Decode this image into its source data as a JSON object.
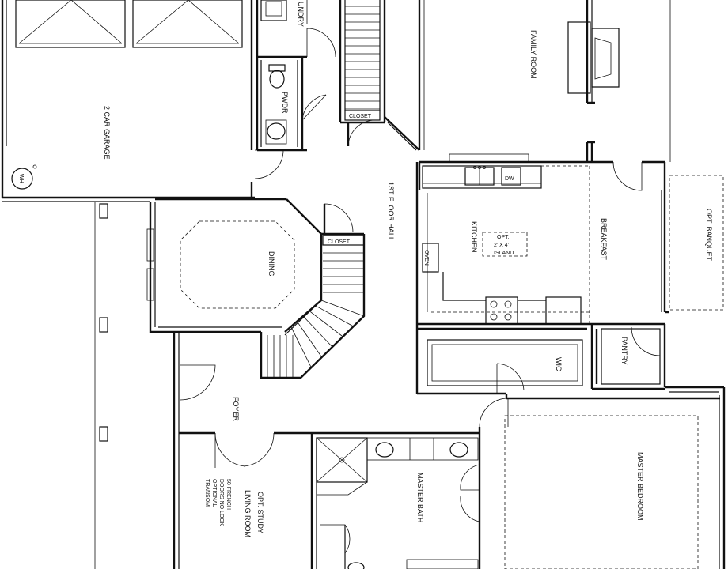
{
  "rooms": {
    "laundry": "UNDRY",
    "family_room": "FAMILY ROOM",
    "pwdr": "PWDR",
    "garage": "2 CAR GARAGE",
    "wh": "WH",
    "closet_stair": "CLOSET",
    "hall": "1ST FLOOR HALL",
    "dining": "DINING",
    "closet_dining": "CLOSET",
    "kitchen": "KITCHEN",
    "island": [
      "OPT.",
      "2' X 4'",
      "ISLAND"
    ],
    "oven": "OVEN",
    "dw": "DW",
    "breakfast": "BREAKFAST",
    "banquet": "OPT. BANQUET",
    "wic": "WIC",
    "pantry": "PANTRY",
    "foyer": "FOYER",
    "master_bedroom": "MASTER BEDROOM",
    "master_bath": "MASTER BATH",
    "study": [
      "OPT. STUDY",
      "LIVING ROOM"
    ],
    "study_note": [
      "50 FRENCH",
      "DOORS NO LOCK",
      "OPTIONAL",
      "TRANSOM"
    ]
  }
}
